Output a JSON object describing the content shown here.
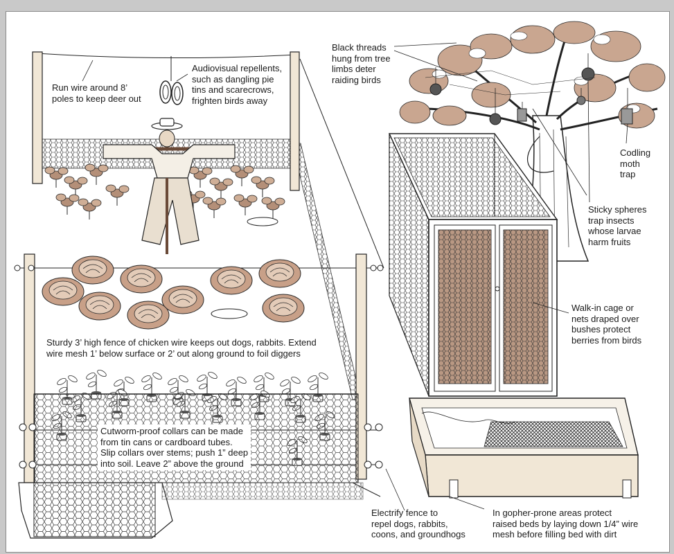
{
  "labels": {
    "run_wire": "Run wire around 8’\npoles to keep deer out",
    "audiovisual": "Audiovisual repellents,\nsuch as dangling pie\ntins and scarecrows,\nfrighten birds away",
    "black_threads": "Black threads\nhung from tree\nlimbs deter\nraiding birds",
    "codling": "Codling\nmoth\ntrap",
    "sticky": "Sticky spheres\ntrap insects\nwhose larvae\nharm fruits",
    "walk_in": "Walk-in cage or\nnets draped over\nbushes protect\nberries from birds",
    "sturdy_fence": "Sturdy 3’ high fence of chicken wire keeps out dogs, rabbits. Extend\nwire mesh 1’ below surface or 2’ out along ground to foil diggers",
    "cutworm": "Cutworm-proof collars can be made\nfrom tin cans or cardboard tubes.\nSlip collars over stems; push 1” deep\ninto soil. Leave 2” above the ground",
    "electrify": "Electrify fence to\nrepel dogs, rabbits,\ncoons, and groundhogs",
    "gopher": "In gopher-prone areas protect\nraised beds by laying down 1/4” wire\nmesh before filling bed with dirt"
  },
  "colors": {
    "background": "#c9c9c9",
    "paper": "#ffffff",
    "ink": "#1a1a1a",
    "foliage_shade": "#b48f78",
    "wood": "#f1e7d6"
  }
}
